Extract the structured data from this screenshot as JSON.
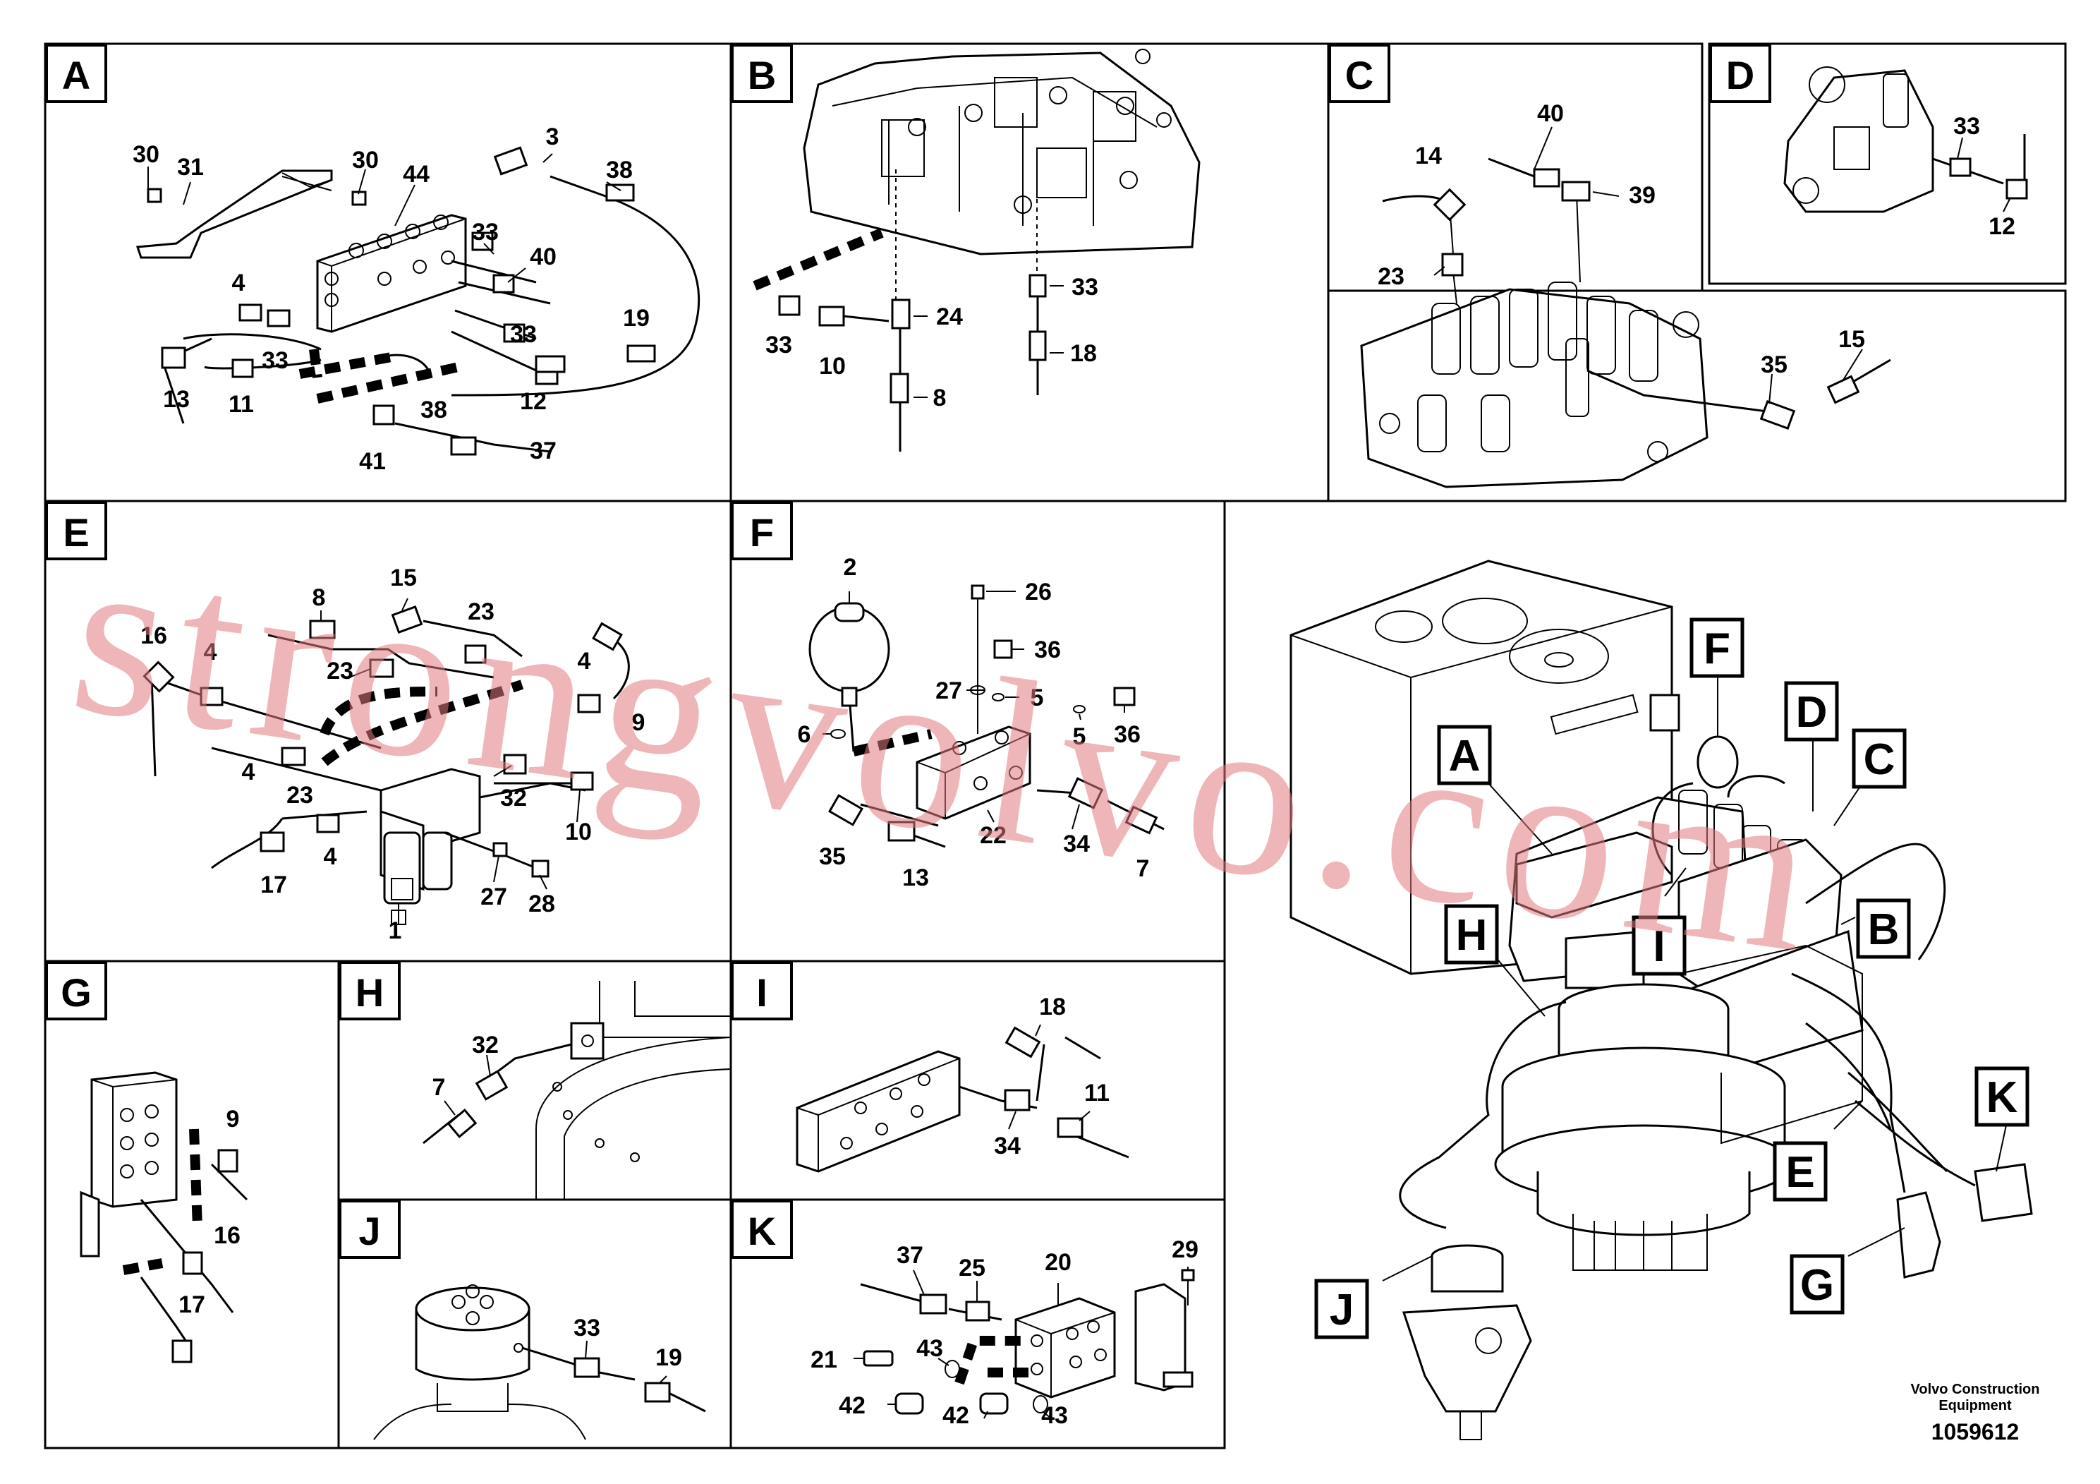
{
  "panels": {
    "A": {
      "letter": "A",
      "callouts": [
        "30",
        "31",
        "30",
        "44",
        "3",
        "38",
        "33",
        "40",
        "4",
        "33",
        "33",
        "19",
        "13",
        "11",
        "12",
        "38",
        "41",
        "37"
      ]
    },
    "B": {
      "letter": "B",
      "callouts": [
        "24",
        "33",
        "18",
        "33",
        "10",
        "8"
      ]
    },
    "C": {
      "letter": "C",
      "callouts": [
        "40",
        "14",
        "39",
        "23",
        "35",
        "15"
      ]
    },
    "D": {
      "letter": "D",
      "callouts": [
        "33",
        "12"
      ]
    },
    "E": {
      "letter": "E",
      "callouts": [
        "8",
        "15",
        "23",
        "16",
        "4",
        "23",
        "4",
        "9",
        "4",
        "23",
        "32",
        "10",
        "4",
        "17",
        "27",
        "28",
        "1"
      ]
    },
    "F": {
      "letter": "F",
      "callouts": [
        "2",
        "26",
        "36",
        "27",
        "5",
        "6",
        "5",
        "36",
        "22",
        "34",
        "35",
        "13",
        "7"
      ]
    },
    "G": {
      "letter": "G",
      "callouts": [
        "9",
        "16",
        "17"
      ]
    },
    "H": {
      "letter": "H",
      "callouts": [
        "32",
        "7"
      ]
    },
    "I": {
      "letter": "I",
      "callouts": [
        "18",
        "11",
        "34"
      ]
    },
    "J": {
      "letter": "J",
      "callouts": [
        "33",
        "19"
      ]
    },
    "K": {
      "letter": "K",
      "callouts": [
        "37",
        "25",
        "20",
        "29",
        "21",
        "43",
        "42",
        "42",
        "43"
      ]
    }
  },
  "overview_labels": [
    "F",
    "D",
    "A",
    "C",
    "H",
    "I",
    "B",
    "K",
    "E",
    "G",
    "J"
  ],
  "watermark": "strongvolvo.com",
  "footer": {
    "company": "Volvo Construction",
    "company2": "Equipment",
    "number": "1059612"
  }
}
